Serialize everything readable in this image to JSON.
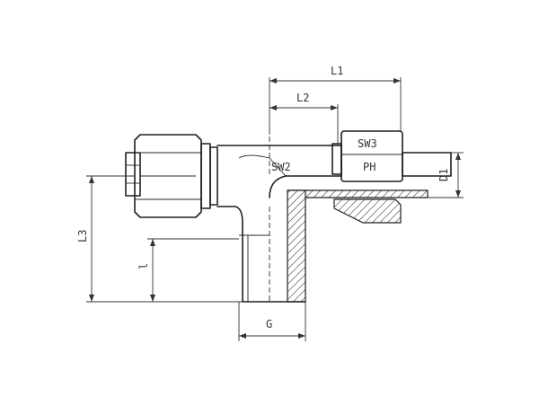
{
  "labels": {
    "l1": "L1",
    "l2": "L2",
    "l3": "L3",
    "l": "l",
    "g": "G",
    "d1": "D1",
    "sw2": "SW2",
    "sw3": "SW3",
    "ph": "PH"
  },
  "colors": {
    "line": "#1f1f1f",
    "dimension": "#333333",
    "background": "#ffffff"
  }
}
